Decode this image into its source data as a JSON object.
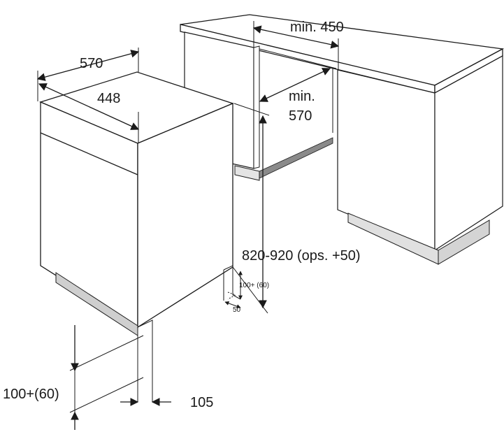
{
  "dimensions": {
    "appliance_depth": "570",
    "appliance_width": "448",
    "niche_width": "min. 450",
    "niche_depth_line1": "min.",
    "niche_depth_line2": "570",
    "niche_height": "820-920 (ops. +50)",
    "plinth_height": "100+(60)",
    "plinth_recess": "105",
    "detail_height": "100+ (60)",
    "detail_depth": "50"
  },
  "colors": {
    "line": "#1a1a1a",
    "plinth_shadow": "#8a8a8a",
    "cabinet_plinth": "#dcdcdc",
    "background": "#ffffff"
  }
}
